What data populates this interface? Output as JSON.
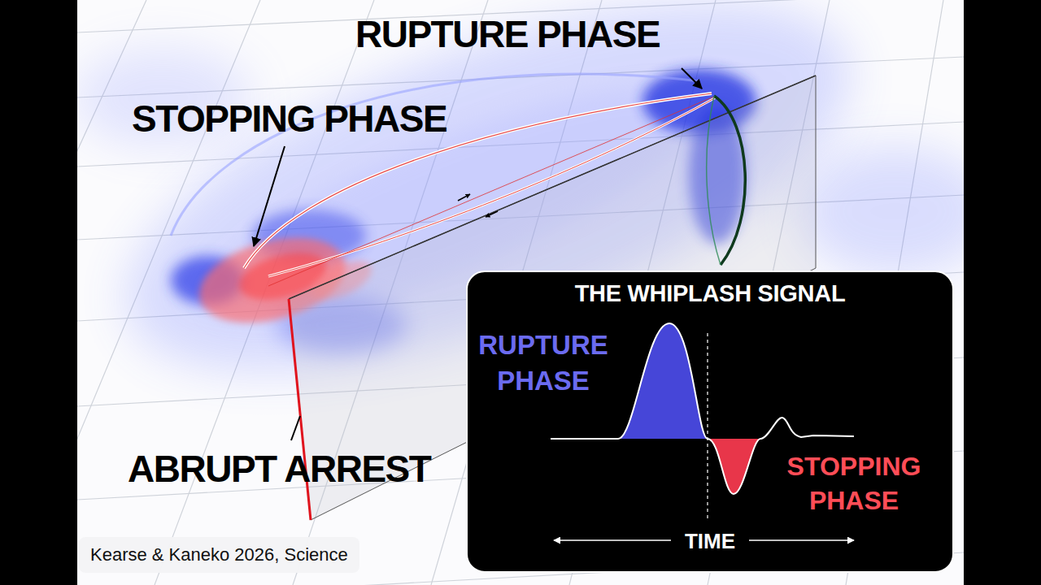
{
  "diagram": {
    "nodes": [
      {
        "text": [
          "THE WHIPLASH SIGNAL",
          "RUPTURE PHASE",
          "STOPPING PHASE",
          "TIME"
        ]
      },
      {
        "text": [
          "Kearse & Kaneko 2026, Science"
        ]
      }
    ],
    "labels": [
      "RUPTURE PHASE",
      "STOPPING PHASE",
      "ABRUPT ARREST"
    ]
  }
}
